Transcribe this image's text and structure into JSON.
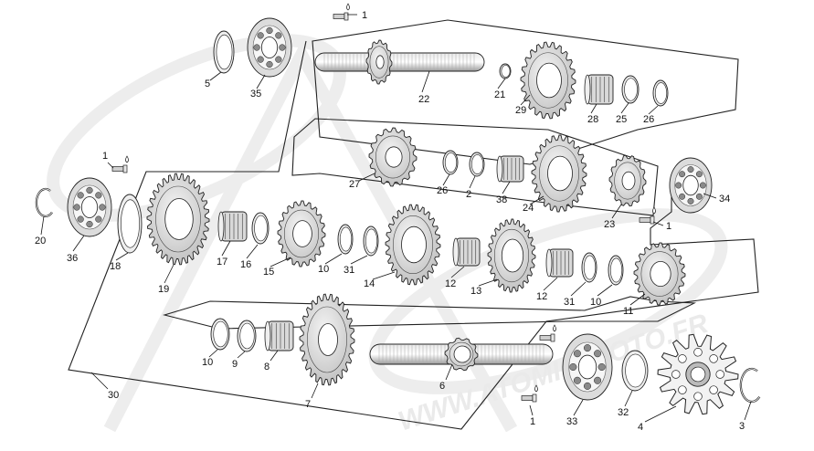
{
  "diagram": {
    "watermark": "WWW.ATOMIC-MOTO.FR",
    "parts": [
      {
        "key": "p1_top",
        "label": "1"
      },
      {
        "key": "p5",
        "label": "5"
      },
      {
        "key": "p35",
        "label": "35"
      },
      {
        "key": "p22",
        "label": "22"
      },
      {
        "key": "p21",
        "label": "21"
      },
      {
        "key": "p29",
        "label": "29"
      },
      {
        "key": "p28",
        "label": "28"
      },
      {
        "key": "p25",
        "label": "25"
      },
      {
        "key": "p26_top",
        "label": "26"
      },
      {
        "key": "p1_left",
        "label": "1"
      },
      {
        "key": "p27",
        "label": "27"
      },
      {
        "key": "p26_mid",
        "label": "26"
      },
      {
        "key": "p2",
        "label": "2"
      },
      {
        "key": "p38",
        "label": "38"
      },
      {
        "key": "p24",
        "label": "24"
      },
      {
        "key": "p23",
        "label": "23"
      },
      {
        "key": "p34",
        "label": "34"
      },
      {
        "key": "p1_right",
        "label": "1"
      },
      {
        "key": "p20",
        "label": "20"
      },
      {
        "key": "p36",
        "label": "36"
      },
      {
        "key": "p18",
        "label": "18"
      },
      {
        "key": "p19",
        "label": "19"
      },
      {
        "key": "p17",
        "label": "17"
      },
      {
        "key": "p16",
        "label": "16"
      },
      {
        "key": "p15",
        "label": "15"
      },
      {
        "key": "p10_a",
        "label": "10"
      },
      {
        "key": "p31_a",
        "label": "31"
      },
      {
        "key": "p14",
        "label": "14"
      },
      {
        "key": "p12_a",
        "label": "12"
      },
      {
        "key": "p13",
        "label": "13"
      },
      {
        "key": "p12_b",
        "label": "12"
      },
      {
        "key": "p31_b",
        "label": "31"
      },
      {
        "key": "p10_b",
        "label": "10"
      },
      {
        "key": "p11",
        "label": "11"
      },
      {
        "key": "p10_c",
        "label": "10"
      },
      {
        "key": "p9",
        "label": "9"
      },
      {
        "key": "p8",
        "label": "8"
      },
      {
        "key": "p7",
        "label": "7"
      },
      {
        "key": "p6",
        "label": "6"
      },
      {
        "key": "p30",
        "label": "30"
      },
      {
        "key": "p33",
        "label": "33"
      },
      {
        "key": "p1_bottom",
        "label": "1"
      },
      {
        "key": "p32",
        "label": "32"
      },
      {
        "key": "p4",
        "label": "4"
      },
      {
        "key": "p3",
        "label": "3"
      }
    ]
  }
}
